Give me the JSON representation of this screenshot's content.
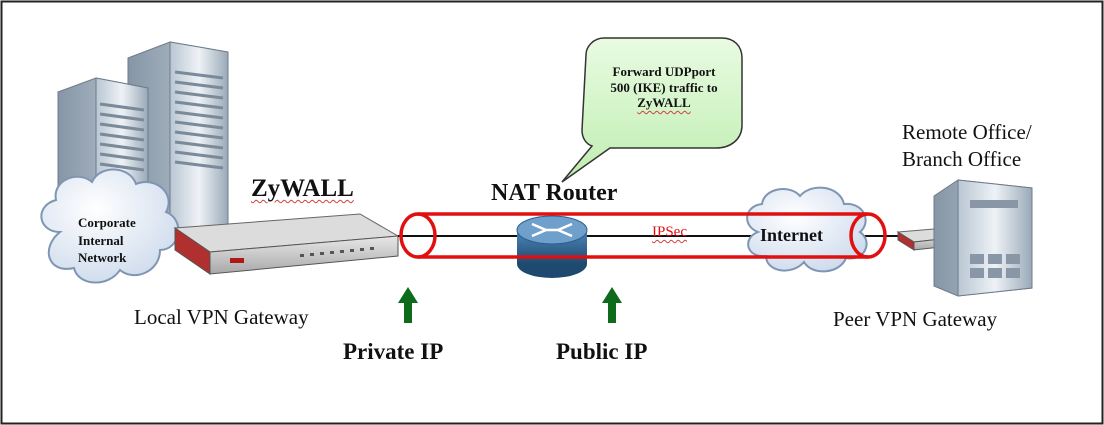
{
  "labels": {
    "zywall": "ZyWALL",
    "nat_router": "NAT Router",
    "remote_office_line1": "Remote Office/",
    "remote_office_line2": "Branch Office",
    "local_vpn_gateway": "Local VPN Gateway",
    "peer_vpn_gateway": "Peer VPN Gateway",
    "private_ip": "Private IP",
    "public_ip": "Public IP",
    "ipsec": "IPSec",
    "internet": "Internet"
  },
  "callout": {
    "line1": "Forward UDPport",
    "line2": "500 (IKE)  traffic to",
    "line3": "ZyWALL"
  },
  "corporate_cloud": {
    "line1": "Corporate",
    "line2": "Internal",
    "line3": "Network"
  },
  "colors": {
    "tunnel": "#e01010",
    "arrow": "#0e6b1c",
    "callout_fill": "#d4f5c8",
    "router": "#2c5f8a",
    "device_accent": "#b01818"
  }
}
